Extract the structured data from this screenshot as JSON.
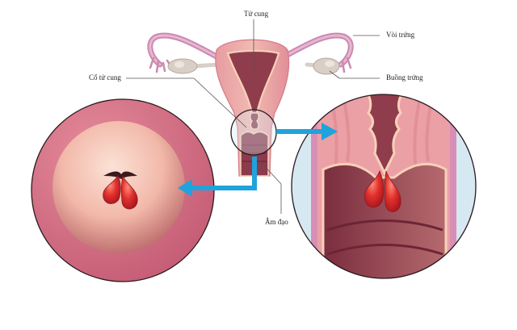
{
  "diagram": {
    "type": "anatomical-illustration",
    "subject": "cervical polyp"
  },
  "labels": {
    "uterus": "Tử cung",
    "fallopian_tube": "Vòi trứng",
    "ovary": "Buồng trứng",
    "cervix": "Cổ tử cung",
    "vagina": "Âm đạo"
  },
  "views": {
    "left": "external-cervix-view-with-polyp",
    "right": "cross-section-cervix-with-polyp",
    "center": "uterus-cross-section"
  },
  "colors": {
    "arrow": "#1fa3dc",
    "tissue_light": "#f3b7b4",
    "tissue_mid": "#e08a92",
    "tissue_dark": "#8c3a4c",
    "lining": "#f7d1b8",
    "polyp": "#d8262c",
    "ovary": "#d9cfc6",
    "background_blue": "#d6e8f2",
    "outline": "#2a1a1e"
  }
}
